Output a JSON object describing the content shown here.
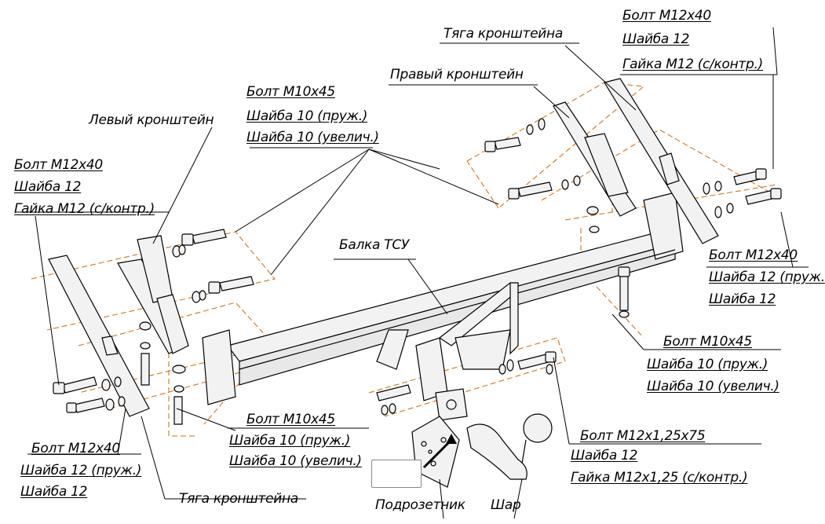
{
  "diagram": {
    "colors": {
      "line": "#000000",
      "dash": "#d9731a",
      "part": "#f2f2f2"
    },
    "labels": {
      "tyaga_top": "Тяга кронштейна",
      "pravyi_kronshtein": "Правый кронштейн",
      "tr_bolt": "Болт М12х40",
      "tr_shaiba": "Шайба 12",
      "tr_gaika": "Гайка М12 (с/контр.)",
      "tc_bolt": "Болт М10х45",
      "tc_shaiba_pruzh": "Шайба 10 (пруж.)",
      "tc_shaiba_uvel": "Шайба 10 (увелич.)",
      "levyi_kronshtein": "Левый кронштейн",
      "tl_bolt": "Болт М12х40",
      "tl_shaiba": "Шайба 12",
      "tl_gaika": "Гайка М12 (с/контр.)",
      "balka": "Балка ТСУ",
      "r1_bolt": "Болт М12х40",
      "r1_shaiba_pruzh": "Шайба 12 (пруж.",
      "r1_shaiba": "Шайба 12",
      "r2_bolt": "Болт М10х45",
      "r2_shaiba_pruzh": "Шайба 10 (пруж.)",
      "r2_shaiba_uvel": "Шайба 10 (увелич.)",
      "bc_bolt": "Болт М10х45",
      "bc_shaiba_pruzh": "Шайба 10 (пруж.)",
      "bc_shaiba_uvel": "Шайба 10 (увелич.)",
      "br_bolt": "Болт М12х1,25х75",
      "br_shaiba": "Шайба 12",
      "br_gaika": "Гайка М12х1,25 (с/контр.)",
      "bl_bolt": "Болт М12х40",
      "bl_shaiba_pruzh": "Шайба 12 (пруж.)",
      "bl_shaiba": "Шайба 12",
      "tyaga_bottom": "Тяга кронштейна",
      "podrozetnik": "Подрозетник",
      "shar": "Шар"
    }
  }
}
